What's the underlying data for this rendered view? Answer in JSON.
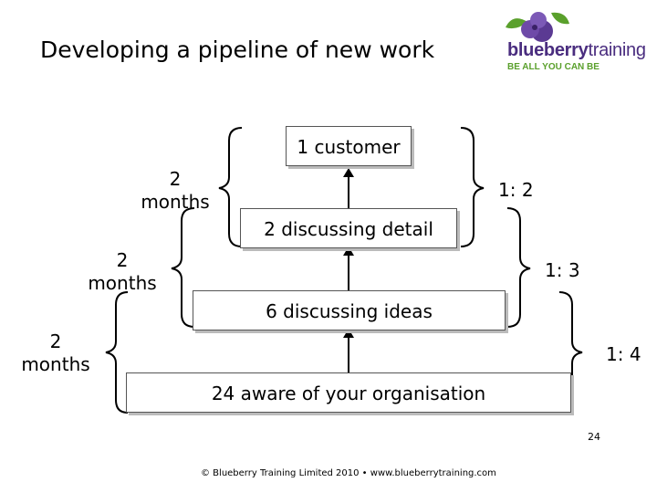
{
  "title": "Developing a pipeline of new work",
  "logo": {
    "brand_bold": "blueberry",
    "brand_light": "training",
    "tagline": "BE ALL YOU CAN BE",
    "colors": {
      "berry": "#4a2d7f",
      "leaf": "#5aa02c"
    }
  },
  "pipeline": {
    "stages": [
      {
        "label": "1 customer"
      },
      {
        "label": "2 discussing detail"
      },
      {
        "label": "6 discussing ideas"
      },
      {
        "label": "24 aware of your organisation"
      }
    ],
    "durations": [
      {
        "label": "2 months"
      },
      {
        "label": "2 months"
      },
      {
        "label": "2 months"
      }
    ],
    "ratios": [
      {
        "label": "1: 2"
      },
      {
        "label": "1: 3"
      },
      {
        "label": "1: 4"
      }
    ]
  },
  "footer": {
    "copyright": "© Blueberry Training Limited 2010 • www.blueberrytraining.com",
    "page_number": "24"
  }
}
